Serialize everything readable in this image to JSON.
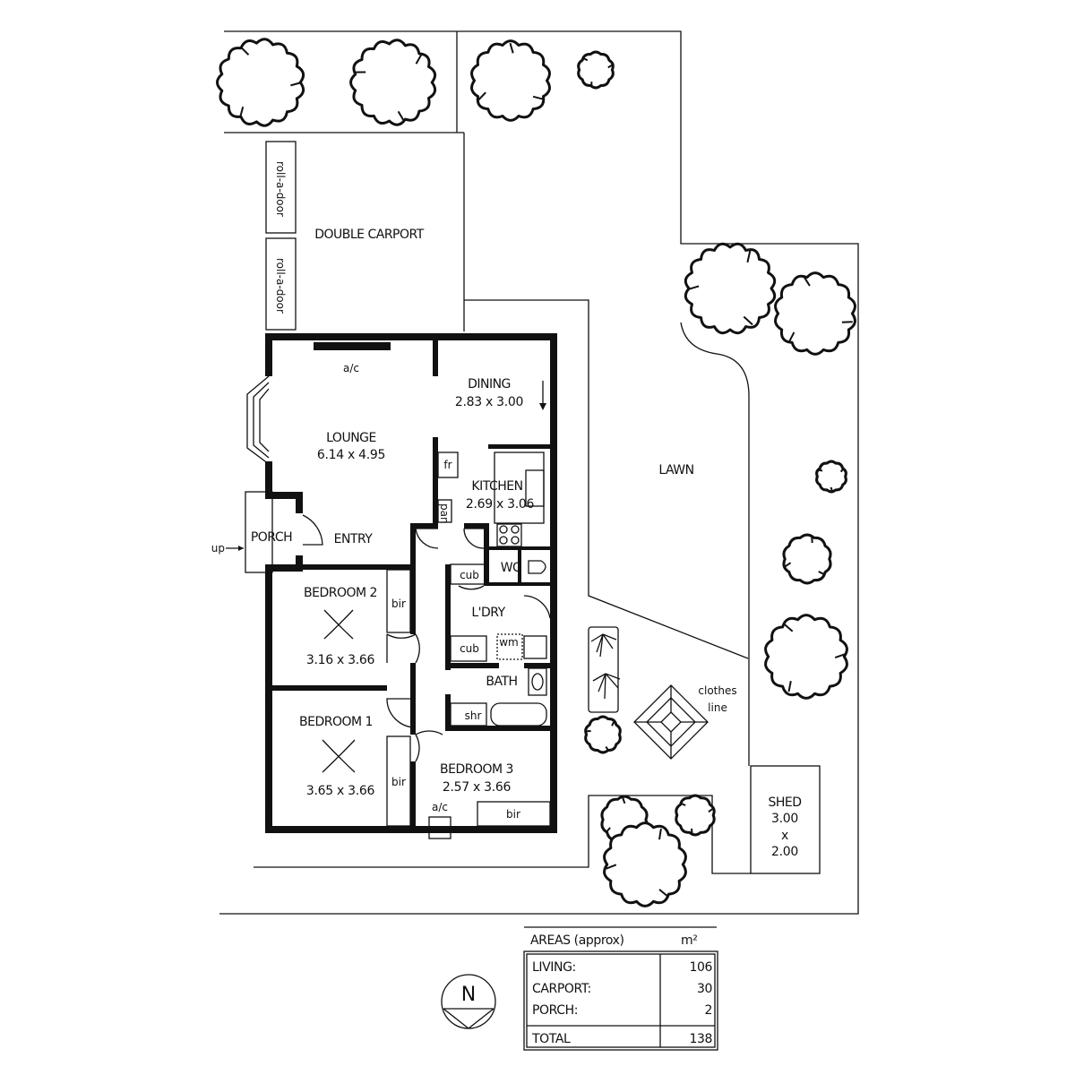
{
  "labels": {
    "double_carport": "DOUBLE CARPORT",
    "roll_a_door": "roll-a-door",
    "lounge": "LOUNGE",
    "lounge_dim": "6.14 x 4.95",
    "ac": "a/c",
    "dining": "DINING",
    "dining_dim": "2.83 x 3.00",
    "kitchen": "KITCHEN",
    "kitchen_dim": "2.69 x 3.06",
    "fr": "fr",
    "pan": "pan",
    "porch": "PORCH",
    "up": "up",
    "entry": "ENTRY",
    "wc": "WC",
    "cub": "cub",
    "ldry": "L'DRY",
    "wm": "wm",
    "bath": "BATH",
    "shr": "shr",
    "bed2": "BEDROOM 2",
    "bed2_dim": "3.16 x 3.66",
    "bed1": "BEDROOM 1",
    "bed1_dim": "3.65 x 3.66",
    "bed3": "BEDROOM 3",
    "bed3_dim": "2.57 x 3.66",
    "bir": "bir",
    "lawn": "LAWN",
    "clothes": "clothes",
    "line": "line",
    "shed": "SHED",
    "shed_w": "3.00",
    "shed_x": "x",
    "shed_h": "2.00",
    "north": "N"
  },
  "areas": {
    "heading": "AREAS (approx)",
    "unit": "m²",
    "rows": [
      {
        "label": "LIVING:",
        "value": "106"
      },
      {
        "label": "CARPORT:",
        "value": "30"
      },
      {
        "label": "PORCH:",
        "value": "2"
      }
    ],
    "total_label": "TOTAL",
    "total_value": "138"
  }
}
